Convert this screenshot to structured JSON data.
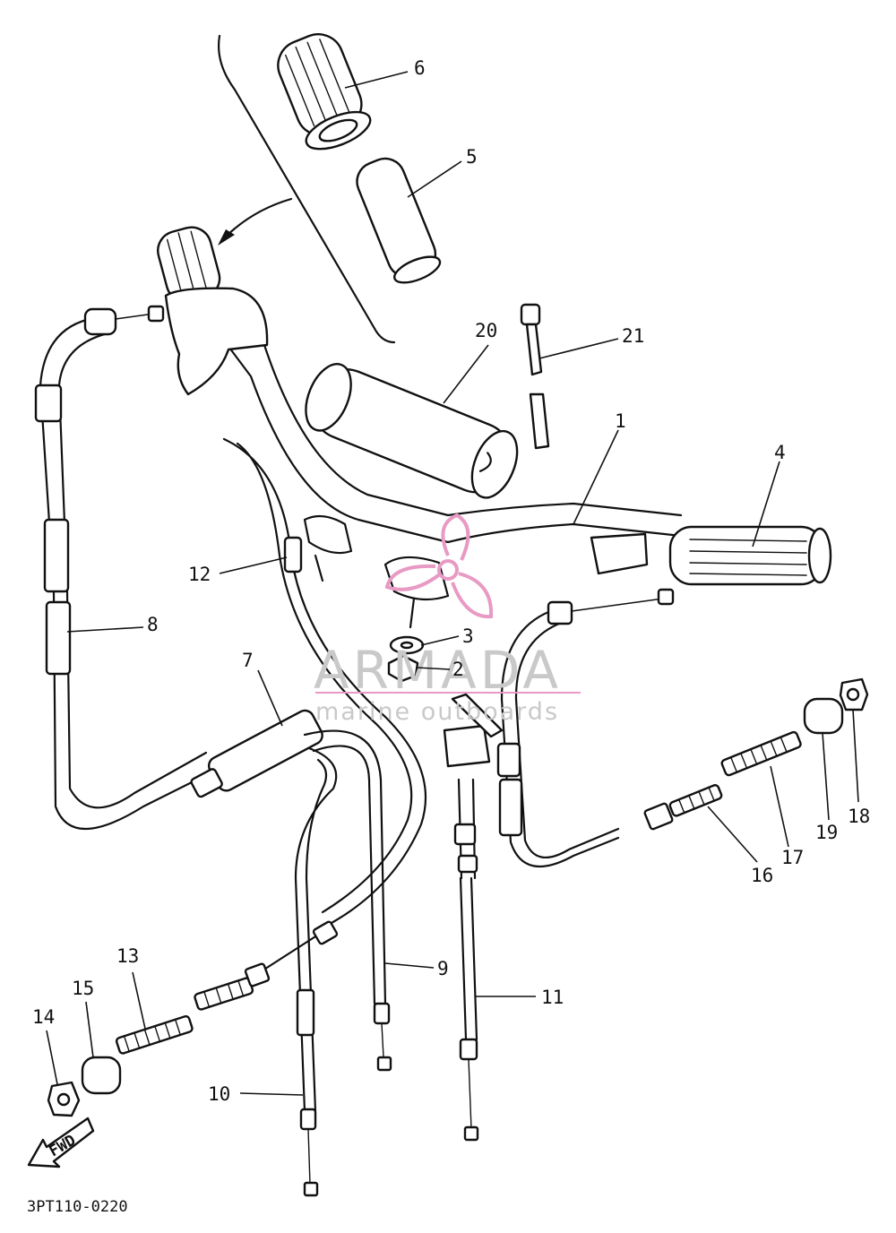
{
  "diagram": {
    "drawing_code": "3PT110-0220",
    "fwd_label": "FWD",
    "watermark": {
      "brand": "ARMADA",
      "tagline": "marine outboards",
      "logo_color": "#e89ac4",
      "text_color": "#c9c9c9"
    },
    "callouts": [
      "1",
      "2",
      "3",
      "4",
      "5",
      "6",
      "7",
      "8",
      "9",
      "10",
      "11",
      "12",
      "13",
      "14",
      "15",
      "16",
      "17",
      "18",
      "19",
      "20",
      "21"
    ]
  }
}
